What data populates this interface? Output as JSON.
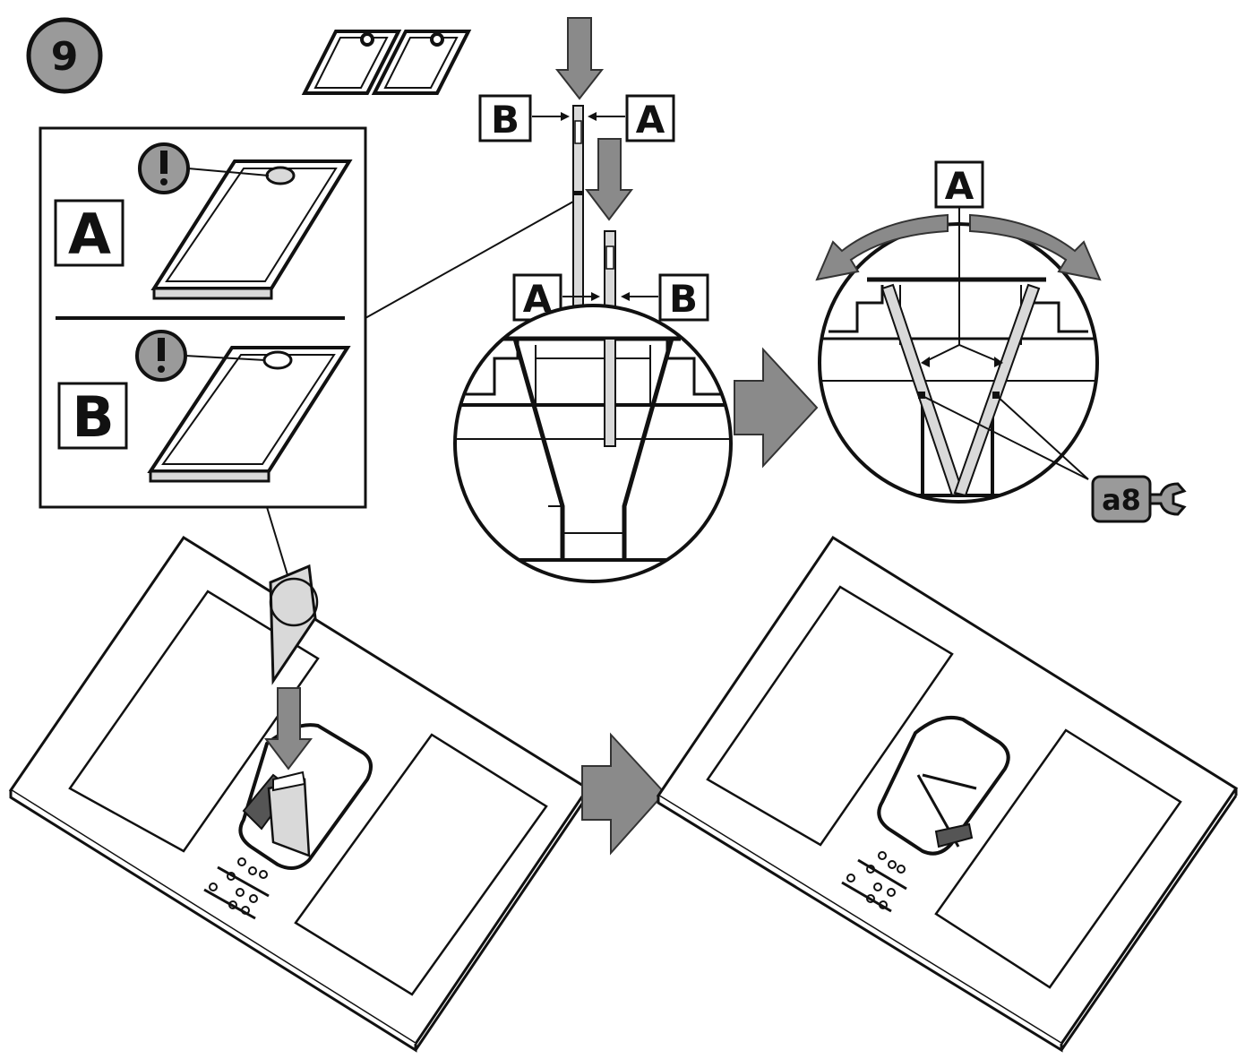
{
  "step": {
    "number": "9"
  },
  "labels": {
    "a": "A",
    "b": "B",
    "tool": "a8"
  },
  "colors": {
    "ink": "#111111",
    "arrow_gray": "#8a8a8a",
    "badge_gray": "#9a9a9a",
    "panel_gray": "#d9d9d9",
    "paper": "#ffffff"
  },
  "icons": {
    "warning": "exclamation-icon",
    "tool": "wrench-icon"
  }
}
